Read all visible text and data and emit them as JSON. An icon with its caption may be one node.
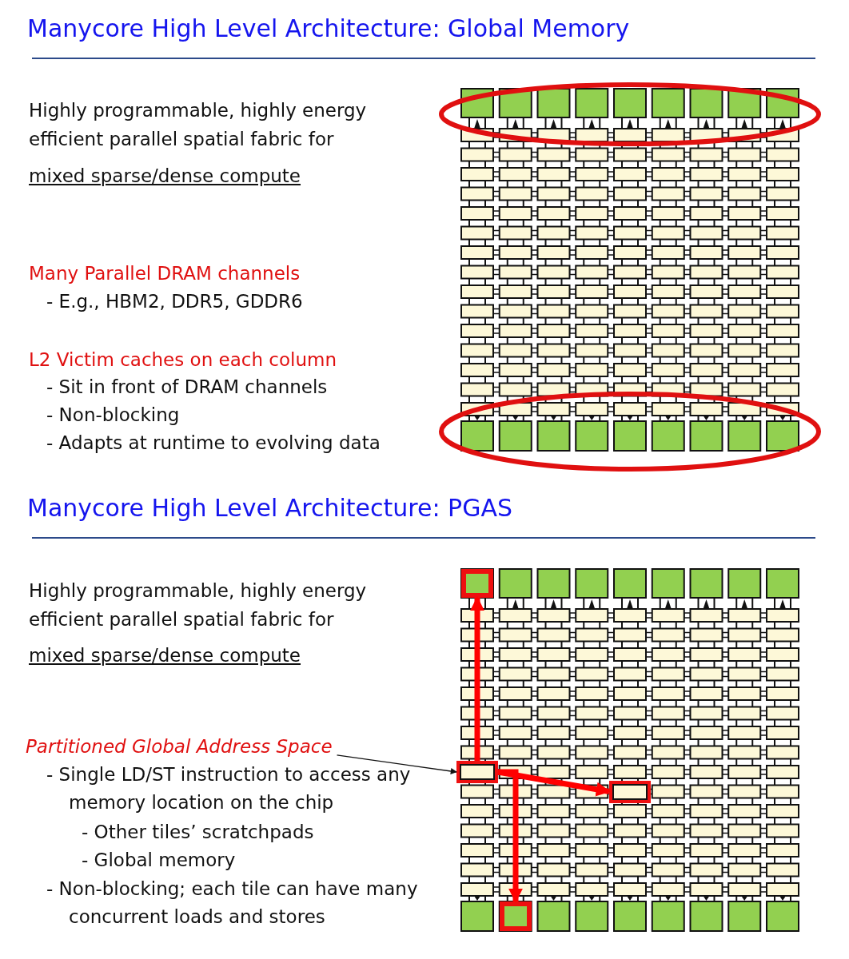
{
  "diagram": {
    "title": "Manycore High Level Architecture: Global Memory",
    "nodes": [
      {
        "text": [],
        "shape": "box"
      },
      {
        "text": [
          "Partitioned Global Address Space"
        ]
      },
      {
        "text": [],
        "shape": "box"
      },
      {
        "text": [],
        "shape": "box"
      },
      {
        "text": [],
        "shape": "box"
      }
    ],
    "edges": [
      {
        "from": 1,
        "to": 2,
        "arrow": "to",
        "color": "#111111"
      },
      {
        "from": 2,
        "to": 0,
        "arrow": "to"
      },
      {
        "from": 2,
        "to": 4,
        "arrow": "to"
      },
      {
        "from": 2,
        "to": 3,
        "arrow": "to"
      }
    ],
    "labels": [
      "Highly programmable, highly energy efficient parallel spatial fabric for",
      "mixed sparse/dense compute",
      "Many Parallel DRAM channels",
      "- E.g., HBM2, DDR5, GDDR6",
      "L2 Victim caches on each column",
      "- Sit in front of DRAM channels",
      "- Non-blocking",
      "- Adapts at runtime to evolving data",
      "Manycore High Level Architecture: PGAS",
      "Highly programmable, highly energy efficient parallel spatial fabric for",
      "mixed sparse/dense compute",
      "- Single LD/ST instruction to access any memory location on the chip",
      "- Other tiles’ scratchpads",
      "- Global memory",
      "- Non-blocking; each tile can have many concurrent loads and stores"
    ]
  }
}
